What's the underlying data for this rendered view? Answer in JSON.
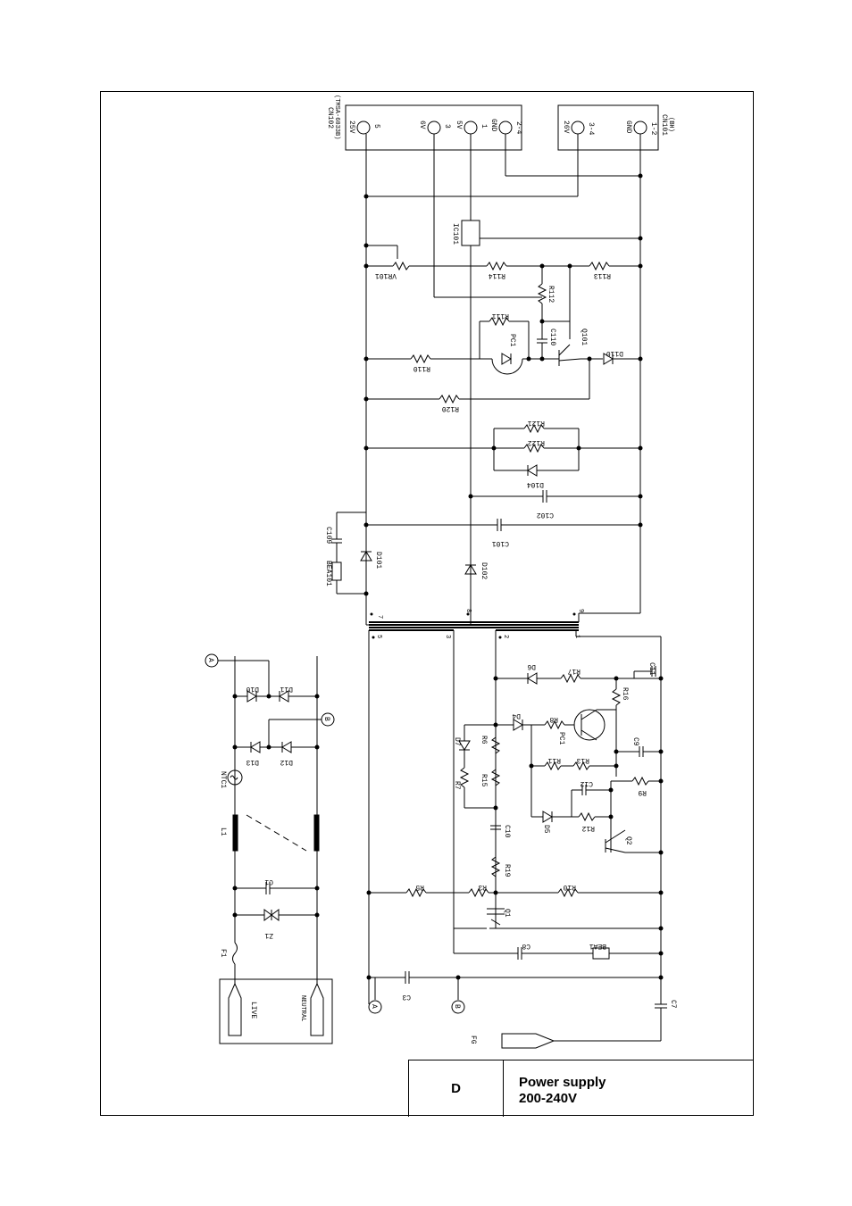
{
  "title_block": {
    "code": "D",
    "line1": "Power supply",
    "line2": "200-240V"
  },
  "connectors": {
    "cn102": {
      "name": "CN102",
      "part": "(TMSA-6033B)",
      "pins": [
        {
          "label": "25V",
          "num": "5"
        },
        {
          "label": "6V",
          "num": "3"
        },
        {
          "label": "5V",
          "num": "1"
        },
        {
          "label": "GND",
          "num": "2-4"
        }
      ]
    },
    "cn101": {
      "name": "CN101",
      "part": "(BH)",
      "pins": [
        {
          "label": "26V",
          "num": "3-4"
        },
        {
          "label": "GND",
          "num": "1-2"
        }
      ]
    }
  },
  "mains": {
    "live": "LIVE",
    "neutral": "NEUTRAL",
    "fg": "FG"
  },
  "refs": {
    "a": "A",
    "b": "B"
  },
  "components": {
    "ic101": "IC101",
    "vr101": "VR101",
    "r114": "R114",
    "r113": "R113",
    "r112": "R112",
    "r111": "R111",
    "pc1_top": "PC1",
    "c110": "C110",
    "q101": "Q101",
    "d110": "D110",
    "r110": "R110",
    "r120": "R120",
    "r121": "R121",
    "r122": "R122",
    "d104": "D104",
    "c102": "C102",
    "c101": "C101",
    "c109": "C109",
    "bea101": "BEA101",
    "d101": "D101",
    "d102": "D102",
    "d10": "D10",
    "d11": "D11",
    "d13": "D13",
    "d12": "D12",
    "ntc1": "NTC1",
    "l1": "L1",
    "c1": "C1",
    "z1": "Z1",
    "f1": "F1",
    "d6": "D6",
    "r17": "R17",
    "c11": "C11",
    "r16": "R16",
    "d4": "D4",
    "r8": "R8",
    "pc1_bot": "PC1",
    "c9": "C9",
    "d7": "D7",
    "r6": "R6",
    "r7": "R7",
    "r15": "R15",
    "r11": "R11",
    "r13": "R13",
    "r9": "R9",
    "c12": "C12",
    "d5": "D5",
    "r12": "R12",
    "c10": "C10",
    "q2": "Q2",
    "r19": "R19",
    "r5": "R5",
    "r3": "R3",
    "r10": "R10",
    "q1": "Q1",
    "c8": "C8",
    "bea1": "BEA1",
    "c3": "C3",
    "c7": "C7"
  },
  "transformer_pins": {
    "p7": "7",
    "p8": "8",
    "p9": "9",
    "p5": "5",
    "p3": "3",
    "p2": "2",
    "p1": "1"
  }
}
